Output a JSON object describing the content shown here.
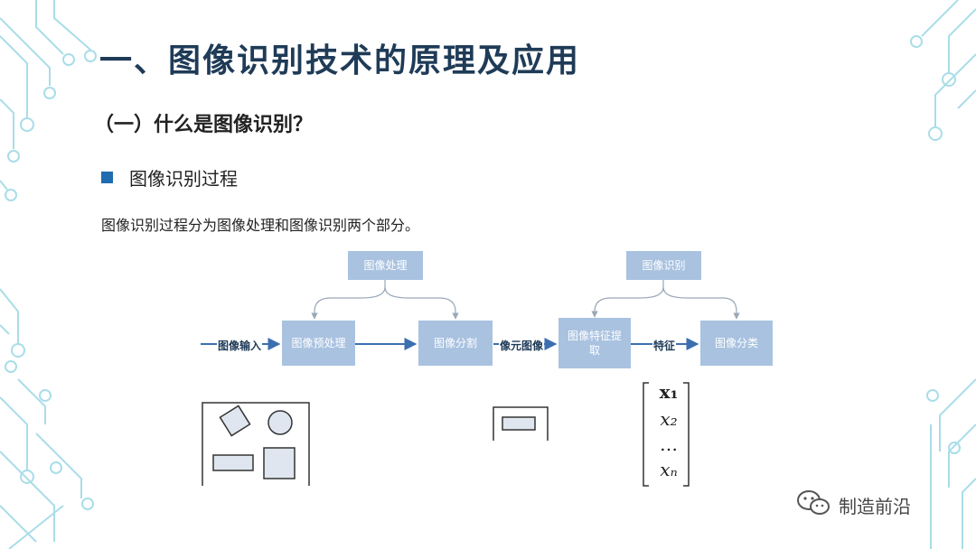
{
  "slide": {
    "title": "一、图像识别技术的原理及应用",
    "subtitle": "（一）什么是图像识别？",
    "bullet": "图像识别过程",
    "description": "图像识别过程分为图像处理和图像识别两个部分。"
  },
  "diagram": {
    "top_boxes": {
      "processing": "图像处理",
      "recognition": "图像识别"
    },
    "steps": {
      "preprocess": "图像预处理",
      "segment": "图像分割",
      "feature_extract": "图像特征提取",
      "classify": "图像分类"
    },
    "arrow_labels": {
      "input": "图像输入",
      "pixels": "像元图像",
      "features": "特征"
    },
    "vector": {
      "x1": "x₁",
      "x2": "x₂",
      "dots": "…",
      "xn": "xₙ"
    }
  },
  "watermark": {
    "text": "制造前沿",
    "icon": "wechat-icon"
  },
  "colors": {
    "title": "#1f3b57",
    "box_fill": "#a9c2e0",
    "arrow": "#3c6fb0",
    "bullet": "#1f6cb0",
    "circuit": "#a9dde8"
  }
}
